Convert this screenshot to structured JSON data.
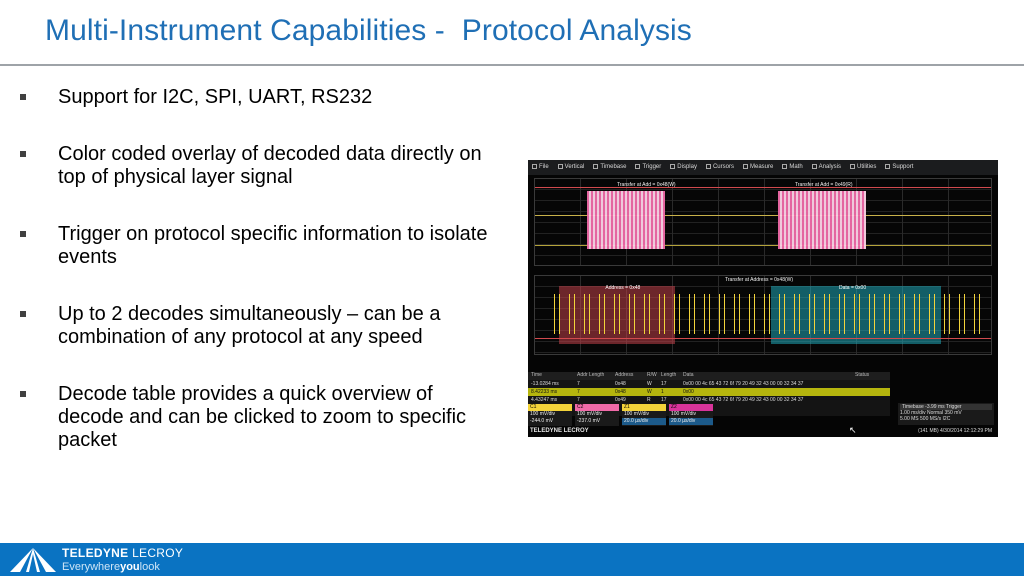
{
  "slide": {
    "title": "Multi-Instrument Capabilities -  Protocol Analysis",
    "bullets": [
      "Support for I2C, SPI, UART, RS232",
      "Color coded overlay of decoded data directly on top of physical layer signal",
      "Trigger on protocol specific information to isolate events",
      "Up to 2 decodes simultaneously – can be a combination of any protocol at any speed",
      "Decode table provides a quick overview of decode and can be clicked to zoom to specific packet"
    ]
  },
  "scope": {
    "menu": [
      "File",
      "Vertical",
      "Timebase",
      "Trigger",
      "Display",
      "Cursors",
      "Measure",
      "Math",
      "Analysis",
      "Utilities",
      "Support"
    ],
    "top_labels": [
      "Transfer at Add = 0x48(W)",
      "Transfer at Add = 0x49(R)"
    ],
    "zoom_label": "Transfer at Address = 0x48(W)",
    "zone_labels": [
      "Address = 0x48",
      "Data = 0x00"
    ],
    "table_headers": [
      "Time",
      "Addr Length",
      "Address",
      "R/W",
      "Length",
      "Data",
      "Status"
    ],
    "table_rows": [
      [
        "-13.0284 ms",
        "7",
        "0x48",
        "W",
        "17",
        "0x00 00 4c 65 43 72 6f 79 20 49 32 43 00 00 32 34 37",
        ""
      ],
      [
        "8.42233 ms",
        "7",
        "0x48",
        "W",
        "1",
        "0x00",
        ""
      ],
      [
        "4.43247 ms",
        "7",
        "0x49",
        "R",
        "17",
        "0x00 00 4c 65 43 72 6f 79 20 49 32 43 00 00 32 34 37",
        ""
      ]
    ],
    "channels": [
      {
        "tag": "C1",
        "lines": [
          "100 mV/div",
          "-244.0 mV"
        ]
      },
      {
        "tag": "C2",
        "lines": [
          "100 mV/div",
          "-237.0 mV"
        ]
      },
      {
        "tag": "Z1",
        "lines": [
          "100 mV/div",
          "20.0 µs/div"
        ]
      },
      {
        "tag": "Z2",
        "lines": [
          "100 mV/div",
          "20.0 µs/div"
        ]
      }
    ],
    "timebase": {
      "header": "Timebase -3.99 ms  Trigger",
      "line1": "1.00 ms/div  Normal  350 mV",
      "line2": "5.00 MS  500 MS/s  I2C"
    },
    "brand": "TELEDYNE LECROY",
    "timestamp": "(141 MB) 4/30/2014 12:12:29 PM",
    "colors": {
      "trace_yellow": "#f3d33a",
      "trace_red": "#e0474c",
      "decode_pink": "#f06aa8",
      "zone_cyan": "#1fb5c8",
      "zone_red": "#c2414a"
    }
  },
  "footer": {
    "brand_bold": "TELEDYNE",
    "brand_thin": "LECROY",
    "tag_pre": "Everywhere",
    "tag_bold": "you",
    "tag_post": "look",
    "color": "#0a73c2"
  }
}
